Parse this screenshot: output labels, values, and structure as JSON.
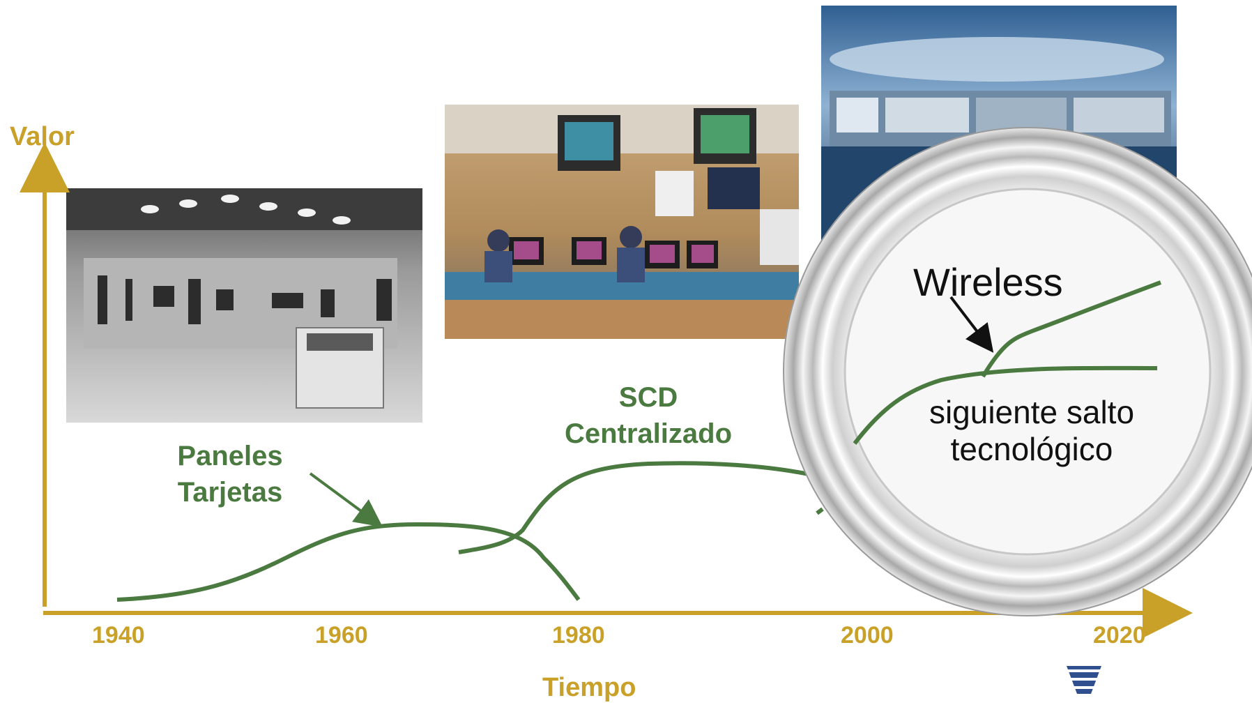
{
  "axis": {
    "y_label": "Valor",
    "x_label": "Tiempo",
    "ticks": [
      "1940",
      "1960",
      "1980",
      "2000",
      "2020"
    ]
  },
  "eras": {
    "panels": {
      "line1": "Paneles",
      "line2": "Tarjetas"
    },
    "scd": {
      "line1": "SCD",
      "line2": "Centralizado"
    },
    "wireless": "Wireless",
    "next_leap": {
      "line1": "siguiente salto",
      "line2": "tecnológico"
    }
  },
  "photos": [
    {
      "name": "panel-control-room-photo",
      "style": "black-and-white"
    },
    {
      "name": "dcs-control-room-photo",
      "style": "color"
    },
    {
      "name": "modern-control-room-photo",
      "style": "color"
    }
  ],
  "colors": {
    "axis": "#c9a128",
    "curve": "#4a7a3f",
    "text_dark": "#111111"
  },
  "icons": [
    "magnifier-lens-icon",
    "company-logo-icon"
  ]
}
